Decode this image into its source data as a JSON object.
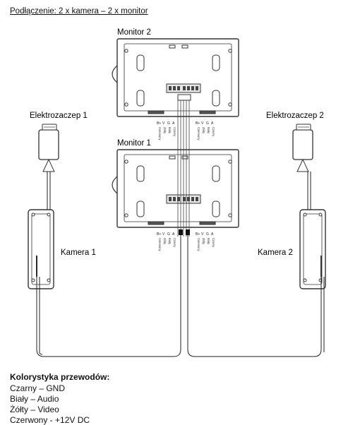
{
  "title": "Podłączenie: 2 x kamera – 2 x monitor",
  "monitor2": {
    "label": "Monitor 2",
    "left_terms": [
      "B+",
      "V",
      "G",
      "A"
    ],
    "left_names": [
      "Czerwony",
      "Żółty",
      "Biały",
      "Czarny"
    ],
    "right_terms": [
      "B+",
      "V",
      "G",
      "A"
    ],
    "right_names": [
      "Czerwony",
      "Żółty",
      "Biały",
      "Czarny"
    ]
  },
  "monitor1": {
    "label": "Monitor 1",
    "left_terms": [
      "B+",
      "V",
      "G",
      "A"
    ],
    "left_names": [
      "Czerwony",
      "Żółty",
      "Biały",
      "Czarny"
    ],
    "right_terms": [
      "B+",
      "V",
      "G",
      "A"
    ],
    "right_names": [
      "Czerwony",
      "Żółty",
      "Biały",
      "Czarny"
    ]
  },
  "lock1": {
    "label": "Elektrozaczep 1"
  },
  "lock2": {
    "label": "Elektrozaczep 2"
  },
  "camera1": {
    "label": "Kamera 1"
  },
  "camera2": {
    "label": "Kamera 2"
  },
  "legend": {
    "heading": "Kolorystyka przewodów:",
    "items": [
      "Czarny – GND",
      "Biały – Audio",
      "Żółty – Video",
      "Czerwony - +12V DC"
    ]
  }
}
